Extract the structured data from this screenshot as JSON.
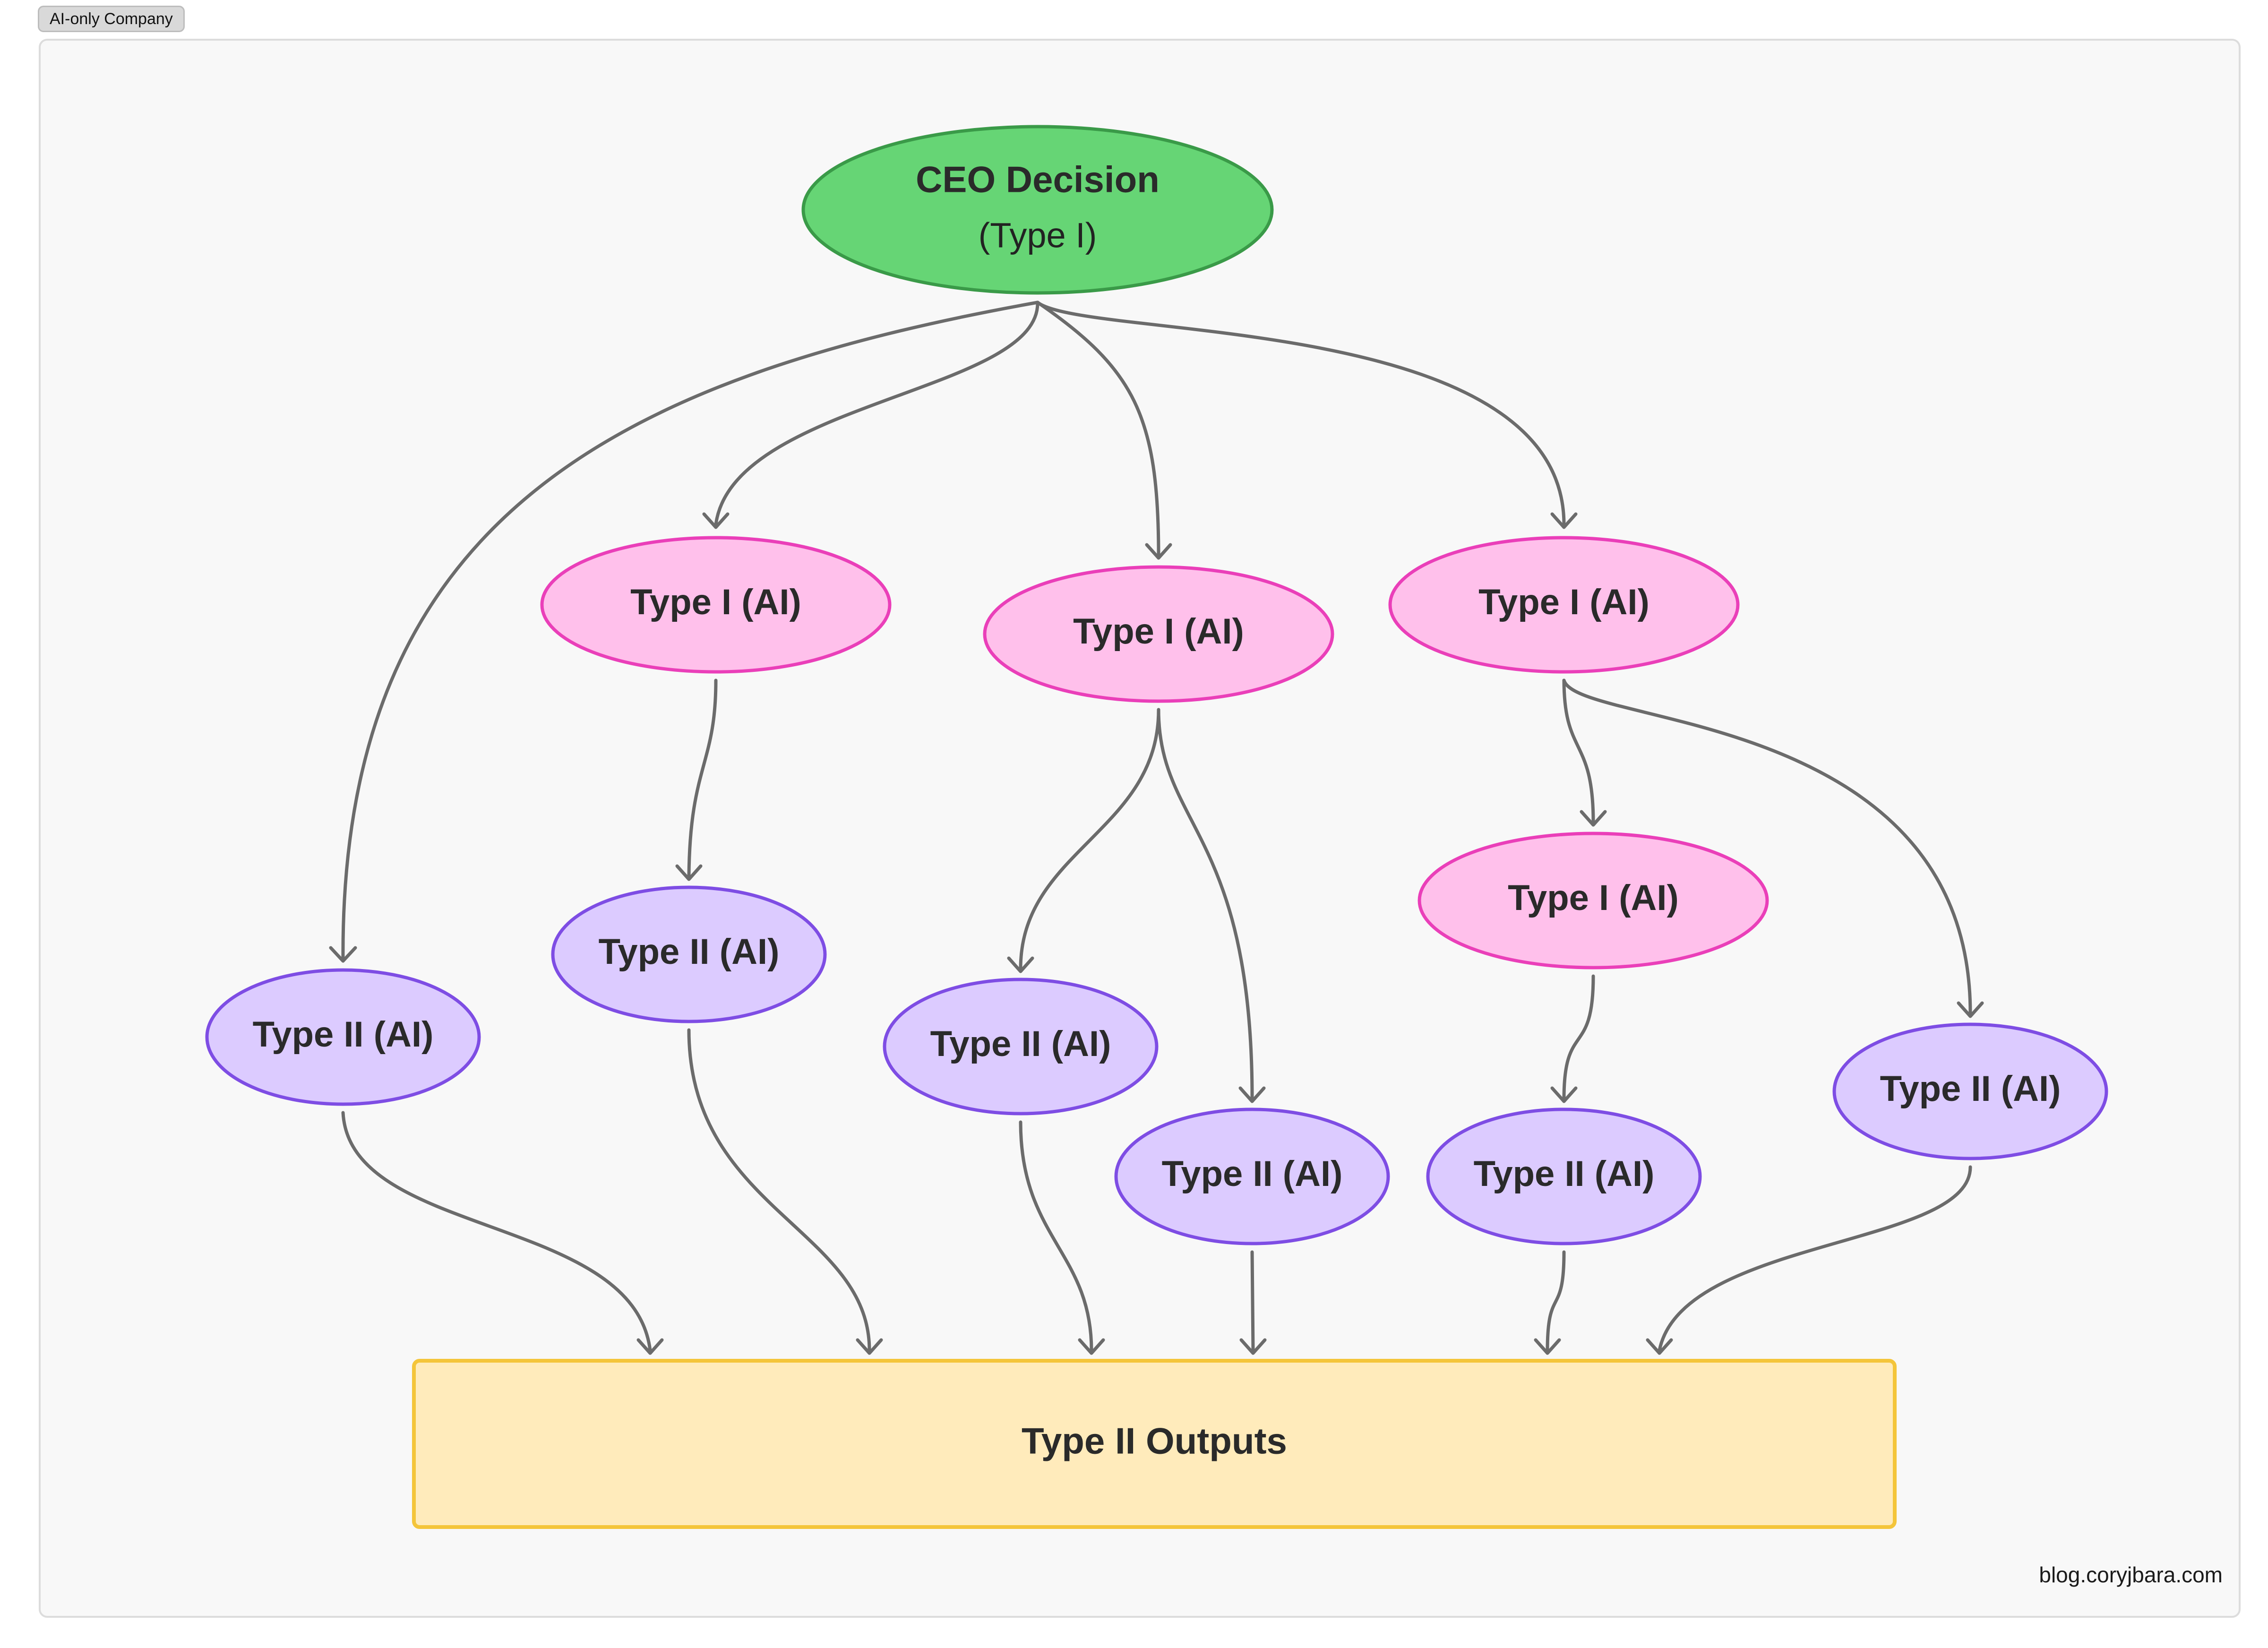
{
  "tag": {
    "label": "AI-only Company"
  },
  "footer": {
    "text": "blog.coryjbara.com"
  },
  "colors": {
    "ceo_fill": "#66d575",
    "ceo_stroke": "#3a9a48",
    "type1_fill": "#ffc0eb",
    "type1_stroke": "#ea3fb9",
    "type2_fill": "#dccbff",
    "type2_stroke": "#7e4de4",
    "outputs_fill": "#ffebbb",
    "outputs_stroke": "#f4c53a",
    "edge": "#6b6b6b"
  },
  "nodes": {
    "ceo": {
      "line1": "CEO Decision",
      "line2": "(Type I)"
    },
    "t1a": {
      "label": "Type I (AI)"
    },
    "t1b": {
      "label": "Type I (AI)"
    },
    "t1c": {
      "label": "Type I (AI)"
    },
    "t1d": {
      "label": "Type I (AI)"
    },
    "t2a": {
      "label": "Type II (AI)"
    },
    "t2b": {
      "label": "Type II (AI)"
    },
    "t2c": {
      "label": "Type II (AI)"
    },
    "t2d": {
      "label": "Type II (AI)"
    },
    "t2e": {
      "label": "Type II (AI)"
    },
    "t2f": {
      "label": "Type II (AI)"
    },
    "outputs": {
      "label": "Type II Outputs"
    }
  }
}
